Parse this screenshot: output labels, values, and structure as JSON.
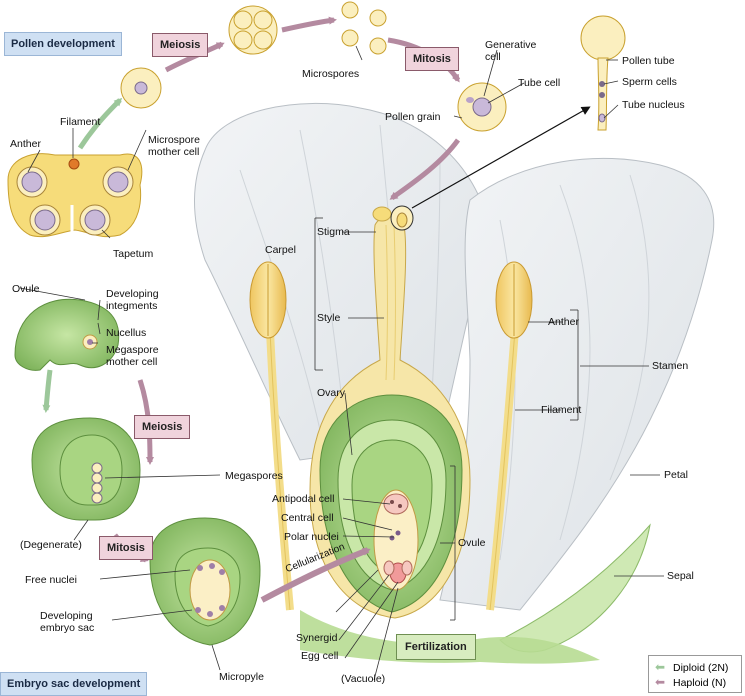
{
  "sections": {
    "pollen_development": "Pollen development",
    "embryo_sac_development": "Embryo sac development"
  },
  "steps": {
    "meiosis_top": "Meiosis",
    "mitosis_top": "Mitosis",
    "meiosis_left": "Meiosis",
    "mitosis_left": "Mitosis",
    "fertilization": "Fertilization",
    "cellularization": "Cellularization"
  },
  "labels": {
    "filament_small": "Filament",
    "anther_small": "Anther",
    "microspore_mother_cell": "Microspore\nmother cell",
    "tapetum": "Tapetum",
    "microspores": "Microspores",
    "generative_cell": "Generative\ncell",
    "tube_cell": "Tube cell",
    "pollen_grain": "Pollen grain",
    "pollen_tube": "Pollen tube",
    "sperm_cells": "Sperm cells",
    "tube_nucleus": "Tube nucleus",
    "ovule_small": "Ovule",
    "developing_integuments": "Developing\nintegments",
    "nucellus": "Nucellus",
    "megaspore_mother_cell": "Megaspore\nmother cell",
    "megaspores": "Megaspores",
    "degenerate": "(Degenerate)",
    "free_nuclei": "Free nuclei",
    "developing_embryo_sac": "Developing\nembryo sac",
    "micropyle": "Micropyle",
    "carpel": "Carpel",
    "stigma": "Stigma",
    "style": "Style",
    "ovary": "Ovary",
    "antipodal_cell": "Antipodal cell",
    "central_cell": "Central cell",
    "polar_nuclei": "Polar nuclei",
    "synergid": "Synergid",
    "egg_cell": "Egg cell",
    "vacuole": "(Vacuole)",
    "ovule_main": "Ovule",
    "anther_main": "Anther",
    "filament_main": "Filament",
    "stamen": "Stamen",
    "petal": "Petal",
    "sepal": "Sepal"
  },
  "legend": {
    "diploid": "Diploid (2N)",
    "haploid": "Haploid (N)"
  },
  "colors": {
    "diploid_arrow": "#9cc79a",
    "haploid_arrow": "#b48aa0",
    "pollen_yellow": "#f6dc7a",
    "green_tissue": "#8cc46a",
    "petal_grey": "#e9ecef"
  }
}
